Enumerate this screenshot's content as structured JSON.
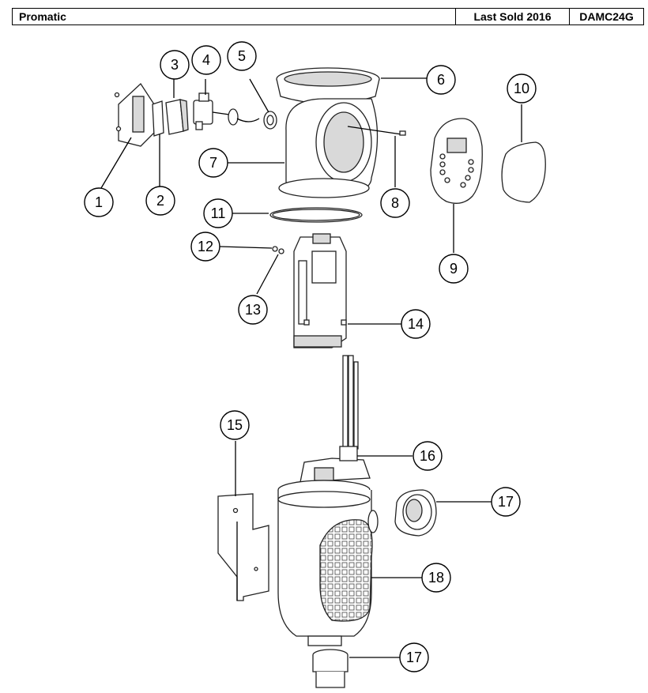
{
  "header": {
    "brand": "Promatic",
    "status": "Last Sold 2016",
    "model": "DAMC24G"
  },
  "callouts": [
    "1",
    "2",
    "3",
    "4",
    "5",
    "6",
    "7",
    "8",
    "9",
    "10",
    "11",
    "12",
    "13",
    "14",
    "15",
    "16",
    "17",
    "17",
    "18"
  ]
}
